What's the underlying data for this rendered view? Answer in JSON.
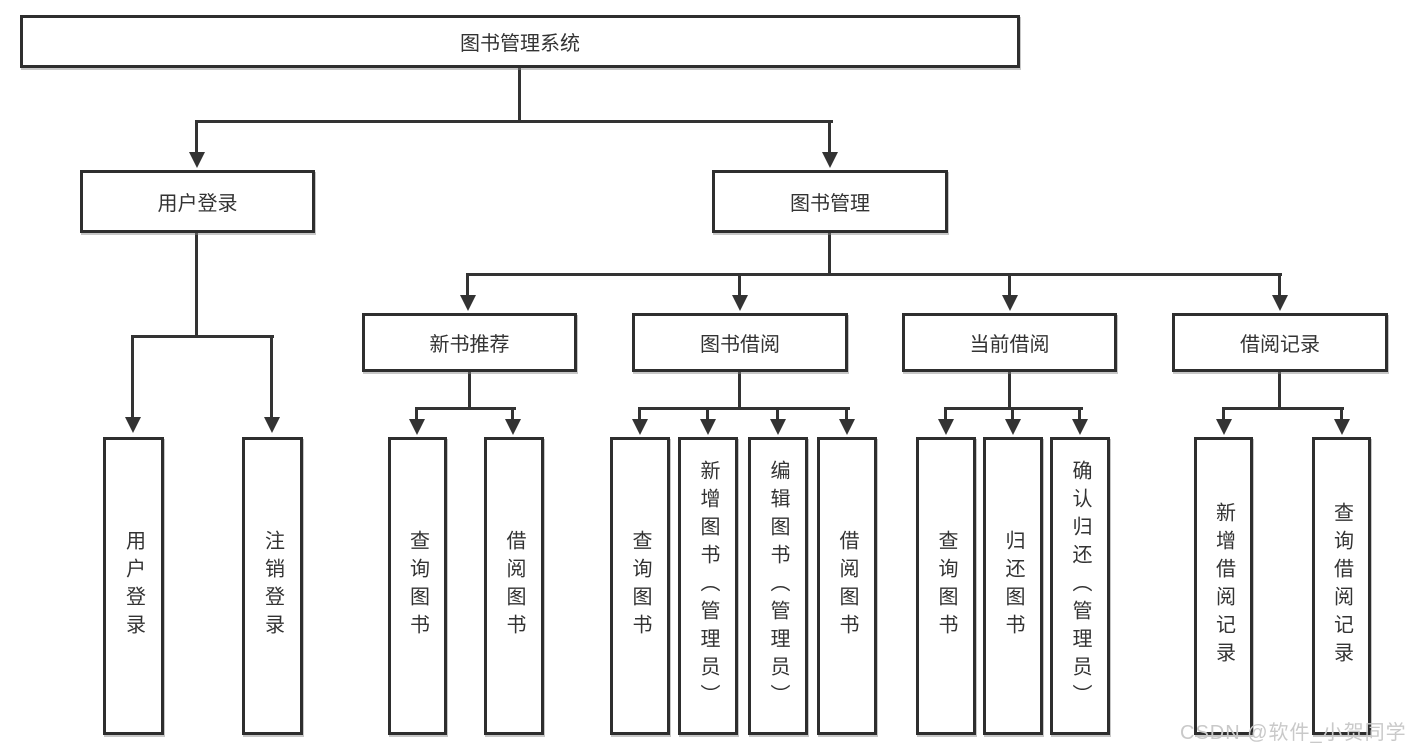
{
  "diagram": {
    "root": {
      "label": "图书管理系统"
    },
    "level2": {
      "user_login": {
        "label": "用户登录"
      },
      "book_mgmt": {
        "label": "图书管理"
      }
    },
    "level3": {
      "new_book_rec": {
        "label": "新书推荐"
      },
      "book_borrow": {
        "label": "图书借阅"
      },
      "current_borrow": {
        "label": "当前借阅"
      },
      "borrow_records": {
        "label": "借阅记录"
      }
    },
    "leaves": [
      {
        "parent": "用户登录",
        "label": "用户登录"
      },
      {
        "parent": "用户登录",
        "label": "注销登录"
      },
      {
        "parent": "新书推荐",
        "label": "查询图书"
      },
      {
        "parent": "新书推荐",
        "label": "借阅图书"
      },
      {
        "parent": "图书借阅",
        "label": "查询图书"
      },
      {
        "parent": "图书借阅",
        "label": "新增图书（管理员）"
      },
      {
        "parent": "图书借阅",
        "label": "编辑图书（管理员）"
      },
      {
        "parent": "图书借阅",
        "label": "借阅图书"
      },
      {
        "parent": "当前借阅",
        "label": "查询图书"
      },
      {
        "parent": "当前借阅",
        "label": "归还图书"
      },
      {
        "parent": "当前借阅",
        "label": "确认归还（管理员）"
      },
      {
        "parent": "借阅记录",
        "label": "新增借阅记录"
      },
      {
        "parent": "借阅记录",
        "label": "查询借阅记录"
      }
    ],
    "colors": {
      "line": "#333333",
      "border": "#2e2e2e",
      "fill": "#ffffff",
      "text": "#333333",
      "watermark": "#c9c9c9"
    },
    "watermark": {
      "text": "CSDN @软件_小贺同学"
    }
  }
}
